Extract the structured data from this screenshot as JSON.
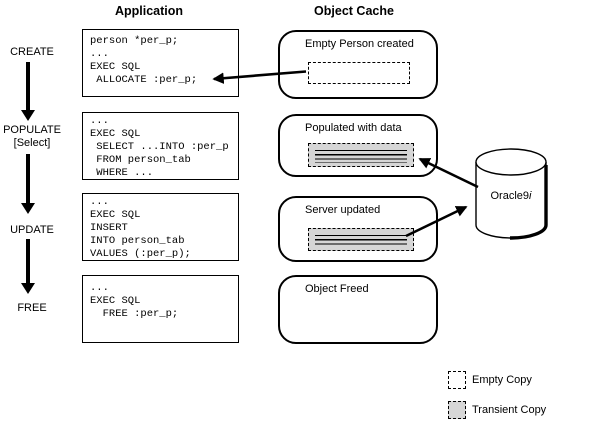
{
  "headers": {
    "application": "Application",
    "object_cache": "Object Cache"
  },
  "flow_steps": [
    {
      "label": "CREATE",
      "sublabel": ""
    },
    {
      "label": "POPULATE",
      "sublabel": "[Select]"
    },
    {
      "label": "UPDATE",
      "sublabel": ""
    },
    {
      "label": "FREE",
      "sublabel": ""
    }
  ],
  "code_blocks": [
    {
      "lines": [
        "person *per_p;",
        "...",
        "EXEC SQL",
        " ALLOCATE :per_p;"
      ]
    },
    {
      "lines": [
        "...",
        "EXEC SQL",
        " SELECT ...INTO :per_p",
        " FROM person_tab",
        " WHERE ..."
      ]
    },
    {
      "lines": [
        "...",
        "EXEC SQL",
        "INSERT",
        "INTO person_tab",
        "VALUES (:per_p);"
      ]
    },
    {
      "lines": [
        "...",
        "EXEC SQL",
        "  FREE :per_p;"
      ]
    }
  ],
  "cache_boxes": [
    {
      "title": "Empty Person created",
      "copy": "empty"
    },
    {
      "title": "Populated with data",
      "copy": "transient"
    },
    {
      "title": "Server updated",
      "copy": "transient"
    },
    {
      "title": "Object Freed",
      "copy": "none"
    }
  ],
  "database": {
    "name": "Oracle9",
    "suffix_italic": "i"
  },
  "legend": [
    {
      "label": "Empty Copy",
      "swatch": "empty"
    },
    {
      "label": "Transient Copy",
      "swatch": "transient"
    }
  ],
  "colors": {
    "line": "#000000",
    "background": "#ffffff",
    "transient_fill": "#d6d6d6"
  }
}
